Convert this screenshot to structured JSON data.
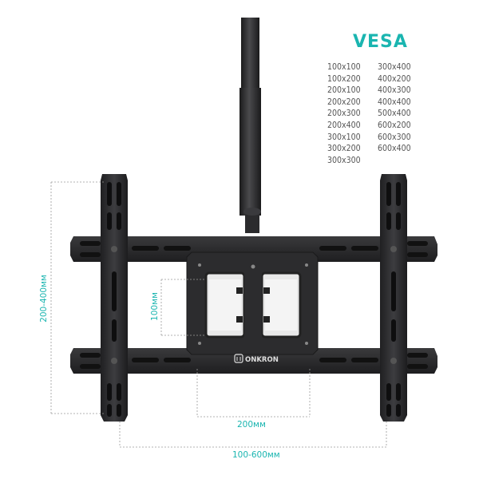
{
  "vesa": {
    "title": "VESA",
    "column_left": [
      "100x100",
      "100x200",
      "200x100",
      "200x200",
      "200x300",
      "200x400",
      "300x100",
      "300x200",
      "300x300"
    ],
    "column_right": [
      "300x400",
      "400x200",
      "400x300",
      "400x400",
      "500x400",
      "600x200",
      "600x300",
      "600x400"
    ]
  },
  "dimensions": {
    "height_range": "200-400мм",
    "inner_height": "100мм",
    "inner_width": "200мм",
    "width_range": "100-600мм"
  },
  "brand": {
    "logo_text": "ONKRON"
  },
  "colors": {
    "accent": "#1ab5b0",
    "metal": "#2a2a2c",
    "text": "#555555"
  }
}
